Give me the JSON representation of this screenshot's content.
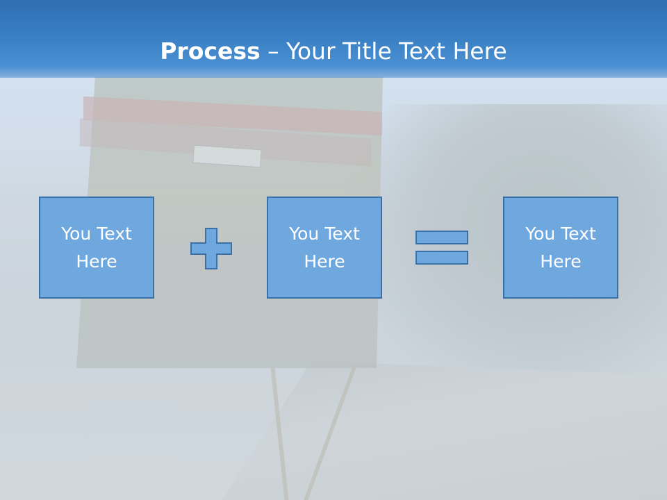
{
  "title": {
    "bold": "Process",
    "rest": " – Your Title Text Here"
  },
  "boxes": [
    {
      "text": "You Text Here"
    },
    {
      "text": "You Text Here"
    },
    {
      "text": "You Text Here"
    }
  ],
  "operators": {
    "first": "plus-icon",
    "second": "equals-icon"
  },
  "colors": {
    "title_bar": "#3c82c6",
    "box_fill": "#6fa7df",
    "box_border": "#3a6fa8",
    "text": "#ffffff"
  }
}
